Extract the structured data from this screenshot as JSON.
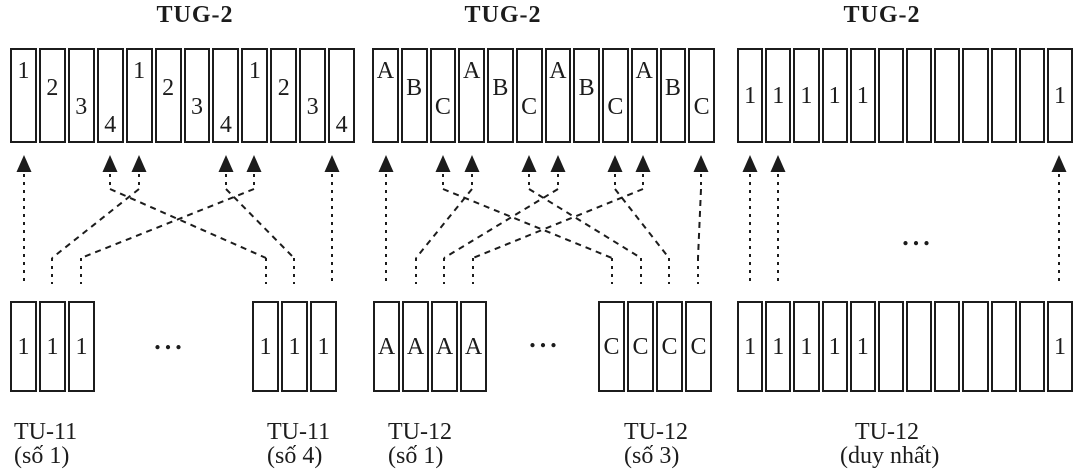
{
  "figure": {
    "description_colors": {
      "line": "#1c1c1c",
      "background": "#ffffff"
    }
  },
  "panels": [
    {
      "title": "TUG-2",
      "tug2_cells": [
        "1",
        "2",
        "3",
        "4",
        "1",
        "2",
        "3",
        "4",
        "1",
        "2",
        "3",
        "4"
      ],
      "ellipsis": "...",
      "tributaries": [
        {
          "name": "TU-11",
          "sub": "(số 1)",
          "cells": [
            "1",
            "1",
            "1"
          ]
        },
        {
          "name": "TU-11",
          "sub": "(số 4)",
          "cells": [
            "1",
            "1",
            "1"
          ]
        }
      ]
    },
    {
      "title": "TUG-2",
      "tug2_cells": [
        "A",
        "B",
        "C",
        "A",
        "B",
        "C",
        "A",
        "B",
        "C",
        "A",
        "B",
        "C"
      ],
      "ellipsis": "...",
      "tributaries": [
        {
          "name": "TU-12",
          "sub": "(số 1)",
          "cells": [
            "A",
            "A",
            "A",
            "A"
          ]
        },
        {
          "name": "TU-12",
          "sub": "(số 3)",
          "cells": [
            "C",
            "C",
            "C",
            "C"
          ]
        }
      ]
    },
    {
      "title": "TUG-2",
      "tug2_cells": [
        "1",
        "1",
        "1",
        "1",
        "1",
        "",
        "",
        "",
        "",
        "",
        "",
        "1"
      ],
      "ellipsis": "...",
      "tributaries": [
        {
          "name": "TU-12",
          "sub": "(duy nhất)",
          "cells": [
            "1",
            "1",
            "1",
            "1",
            "1",
            "",
            "",
            "",
            "",
            "",
            "",
            "1"
          ]
        }
      ]
    }
  ]
}
